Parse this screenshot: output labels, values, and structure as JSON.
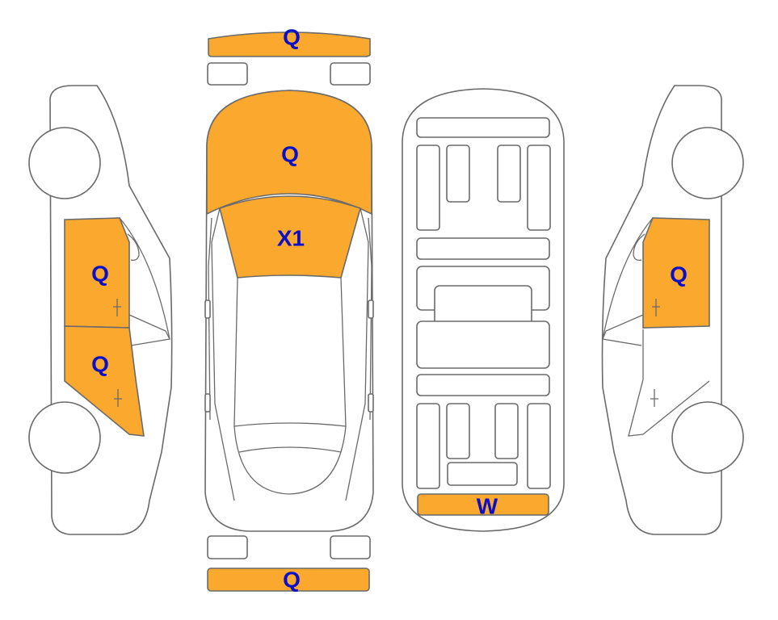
{
  "colors": {
    "damage_fill": "#fba82e",
    "label": "#0a10c8",
    "outline": "#6a6a6a"
  },
  "labels": {
    "front_bumper": "Q",
    "hood": "Q",
    "windshield": "X1",
    "left_front_door": "Q",
    "left_rear_door": "Q",
    "right_front_door": "Q",
    "underbody_rear": "W",
    "rear_bumper": "Q"
  }
}
